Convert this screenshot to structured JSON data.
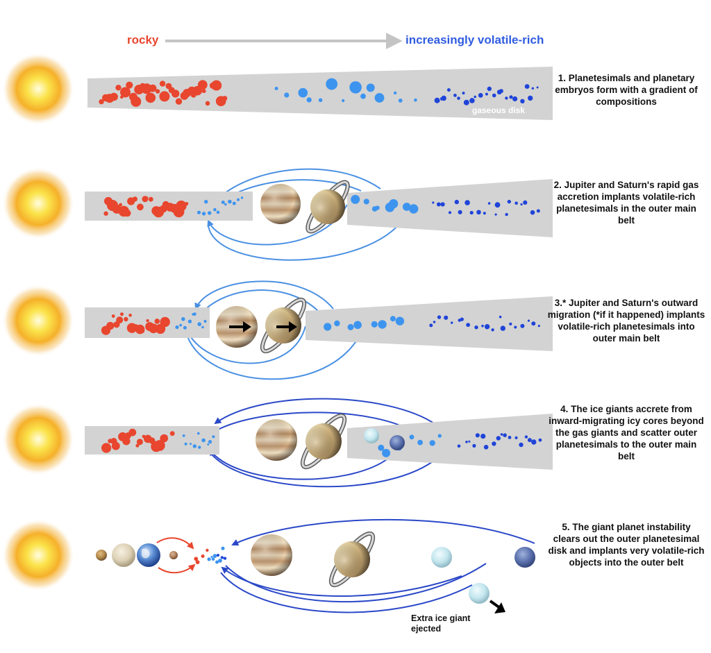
{
  "header": {
    "rocky_label": "rocky",
    "volatile_label": "increasingly volatile-rich",
    "rocky_color": "#e8462e",
    "volatile_color": "#2f5ce0",
    "arrow_color": "#c4c4c4"
  },
  "disk_label": "gaseous disk",
  "steps": [
    {
      "text": "1. Planetesimals and planetary embryos form with a gradient of compositions"
    },
    {
      "text": "2. Jupiter and Saturn's rapid gas accretion implants volatile-rich planetesimals in the outer main belt"
    },
    {
      "text": "3.* Jupiter and Saturn's outward migration (*if it happened) implants volatile-rich planetesimals into outer main belt"
    },
    {
      "text": "4. The ice giants accrete from inward-migrating icy cores beyond the gas giants and scatter outer planetesimals to the outer main belt"
    },
    {
      "text": "5. The giant planet instability clears out the outer planetesimal disk and implants very volatile-rich objects into the outer belt"
    }
  ],
  "ejection_label": "Extra ice giant ejected",
  "colors": {
    "rocky": "#e8462e",
    "light_blue": "#3d94ef",
    "dark_blue": "#1f44d8",
    "disk": "#d3d3d3",
    "orbit_light": "#4a90e2",
    "orbit_dark": "#2a48c8",
    "sun": "#f7c33a"
  }
}
